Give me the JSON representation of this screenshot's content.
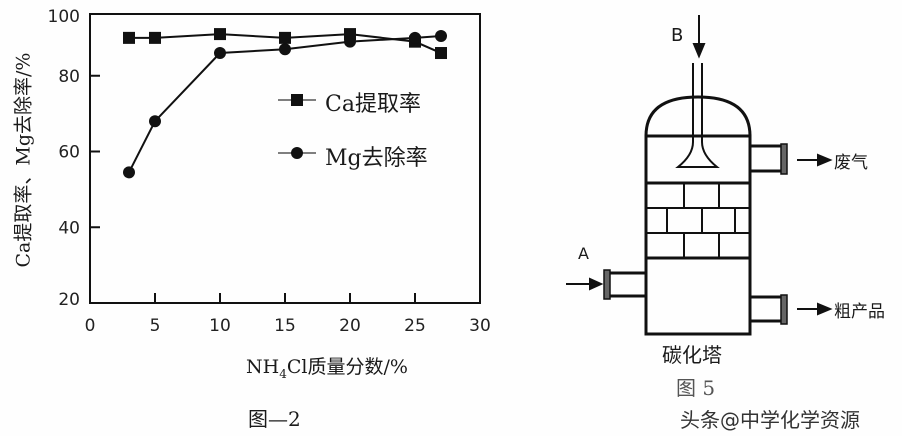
{
  "chart_data": {
    "type": "line",
    "xlabel": "NH4Cl质量分数/%",
    "xlabel_parts": {
      "pre": "NH",
      "sub": "4",
      "post": "Cl质量分数/%"
    },
    "ylabel": "Ca提取率、Mg去除率/%",
    "xlim": [
      0,
      30
    ],
    "ylim": [
      20,
      100
    ],
    "x_ticks": [
      0,
      5,
      10,
      15,
      20,
      25,
      30
    ],
    "y_ticks": [
      20,
      40,
      60,
      80,
      100
    ],
    "grid": false,
    "legend_position": "right-middle",
    "series": [
      {
        "name": "Ca提取率",
        "marker": "square",
        "x": [
          3,
          5,
          10,
          15,
          20,
          25,
          27
        ],
        "values": [
          90,
          90,
          91,
          90,
          91,
          89,
          86
        ]
      },
      {
        "name": "Mg去除率",
        "marker": "circle",
        "x": [
          3,
          5,
          10,
          15,
          20,
          25,
          27
        ],
        "values": [
          54.5,
          68,
          86,
          87,
          89,
          90,
          90.5
        ]
      }
    ],
    "caption": "图—2"
  },
  "diagram": {
    "inlet_top_label": "B",
    "inlet_side_label": "A",
    "outlet_top_label": "废气",
    "outlet_bottom_label": "粗产品",
    "vessel_label": "碳化塔",
    "caption": "图 5"
  },
  "watermark": "头条@中学化学资源"
}
